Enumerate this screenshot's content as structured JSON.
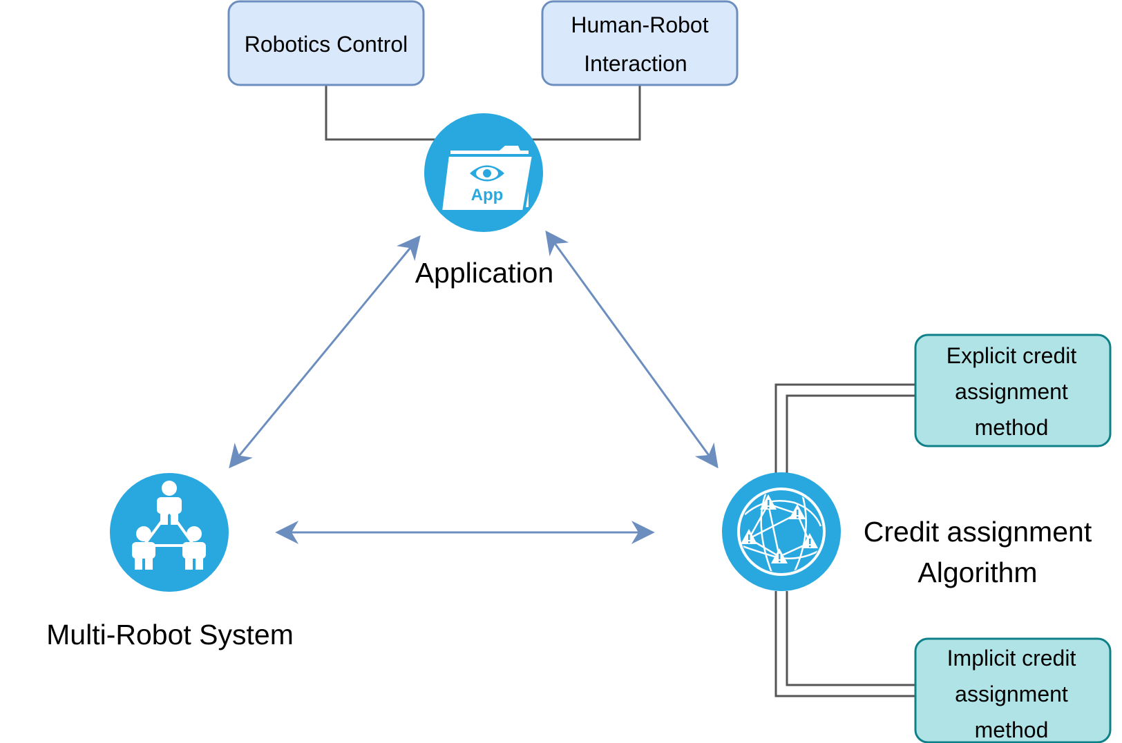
{
  "nodes": {
    "application": {
      "label": "Application",
      "icon": "app-folder-icon",
      "icon_text": "App"
    },
    "multi_robot_system": {
      "label": "Multi-Robot System",
      "icon": "team-network-icon"
    },
    "credit_assignment": {
      "label_line1": "Credit assignment",
      "label_line2": "Algorithm",
      "icon": "network-globe-warning-icon"
    }
  },
  "boxes": {
    "robotics_control": {
      "line1": "Robotics Control"
    },
    "human_robot_interaction": {
      "line1": "Human-Robot",
      "line2": "Interaction"
    },
    "explicit_credit": {
      "line1": "Explicit credit",
      "line2": "assignment",
      "line3": "method"
    },
    "implicit_credit": {
      "line1": "Implicit credit",
      "line2": "assignment",
      "line3": "method"
    }
  },
  "colors": {
    "icon_blue": "#29a8e0",
    "blue_box_fill": "#dae8fc",
    "blue_box_stroke": "#6c8ebf",
    "teal_box_fill": "#b0e3e6",
    "teal_box_stroke": "#0e8088",
    "arrow": "#6c8ebf",
    "connector": "#555555"
  }
}
